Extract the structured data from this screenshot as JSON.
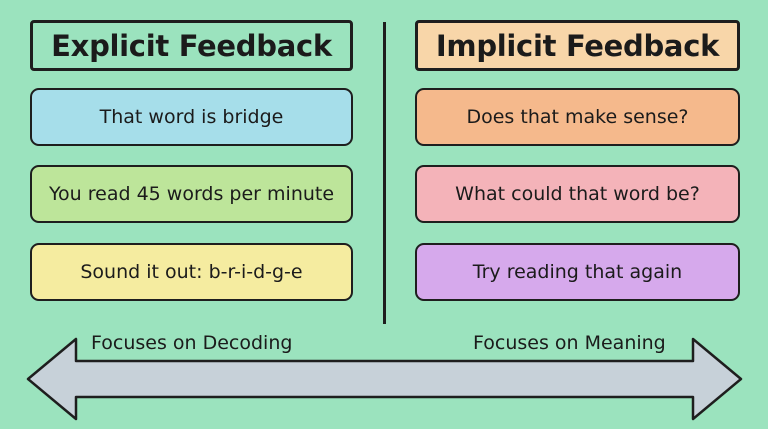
{
  "explicit": {
    "title": "Explicit Feedback",
    "items": [
      "That word is bridge",
      "You read 45 words per minute",
      "Sound it out: b-r-i-d-g-e"
    ]
  },
  "implicit": {
    "title": "Implicit Feedback",
    "items": [
      "Does that make sense?",
      "What could that word be?",
      "Try reading that again"
    ]
  },
  "spectrum": {
    "left_label": "Focuses on Decoding",
    "right_label": "Focuses on Meaning"
  },
  "colors": {
    "background": "#9be3be",
    "explicit_header": "#9be3be",
    "implicit_header": "#f8d6a9",
    "explicit_item_1": "#a6deea",
    "explicit_item_2": "#bde59a",
    "explicit_item_3": "#f5eca0",
    "implicit_item_1": "#f5b98c",
    "implicit_item_2": "#f4b3b9",
    "implicit_item_3": "#d6a9ec",
    "arrow_fill": "#c7d1d9"
  }
}
